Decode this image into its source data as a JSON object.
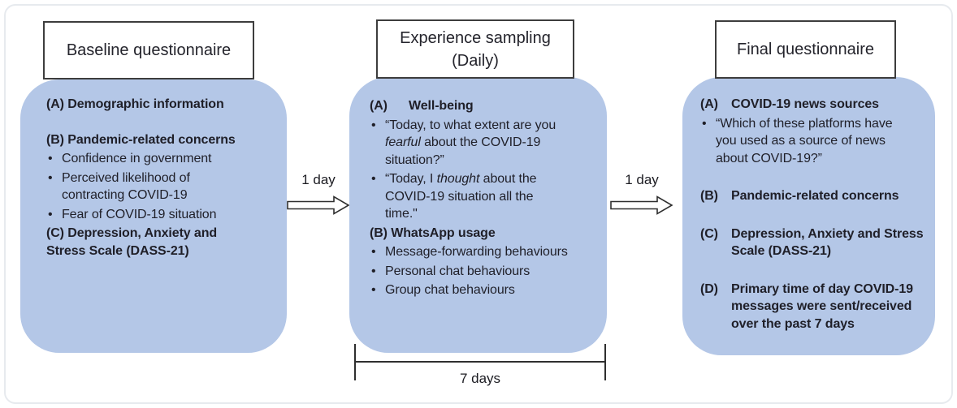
{
  "figure": {
    "columns": [
      {
        "title_lines": [
          "Baseline questionnaire"
        ],
        "sections": [
          {
            "heading": "(A) Demographic information",
            "bullets": []
          },
          {
            "heading": "(B) Pandemic-related concerns",
            "bullets": [
              "Confidence in government",
              "Perceived likelihood of contracting COVID-19",
              "Fear of COVID-19 situation"
            ]
          },
          {
            "heading": "(C) Depression, Anxiety and Stress Scale (DASS-21)",
            "bullets": []
          }
        ]
      },
      {
        "title_lines": [
          "Experience sampling",
          "(Daily)"
        ],
        "sections": [
          {
            "label": "(A)",
            "heading": "Well-being",
            "rich_bullets": [
              [
                {
                  "t": "“Today, to what extent are you "
                },
                {
                  "t": "fearful",
                  "i": true
                },
                {
                  "t": " about the COVID-19 situation?”"
                }
              ],
              [
                {
                  "t": "“Today, I "
                },
                {
                  "t": "thought",
                  "i": true
                },
                {
                  "t": " about the COVID-19 situation all the time.\""
                }
              ]
            ]
          },
          {
            "heading": "(B) WhatsApp usage",
            "bullets": [
              "Message-forwarding behaviours",
              "Personal chat behaviours",
              "Group chat behaviours"
            ]
          }
        ]
      },
      {
        "title_lines": [
          "Final questionnaire"
        ],
        "items": [
          {
            "label": "(A)",
            "text": "COVID-19 news sources",
            "bullets": [
              "“Which of these platforms have you used as a source of news about COVID-19?”"
            ]
          },
          {
            "label": "(B)",
            "text": "Pandemic-related concerns",
            "bullets": []
          },
          {
            "label": "(C)",
            "text": "Depression, Anxiety and Stress Scale (DASS-21)",
            "bullets": []
          },
          {
            "label": "(D)",
            "text": "Primary time of day COVID-19 messages were sent/received over the past 7 days",
            "bullets": []
          }
        ]
      }
    ],
    "arrows": [
      {
        "label": "1 day"
      },
      {
        "label": "1 day"
      }
    ],
    "duration_bracket": {
      "label": "7 days"
    },
    "colors": {
      "panel_fill": "#b4c7e7",
      "text": "#1f1f28",
      "title_border": "#3d3d3d",
      "line": "#2f2f2f",
      "frame_border": "#e7eaee"
    }
  }
}
